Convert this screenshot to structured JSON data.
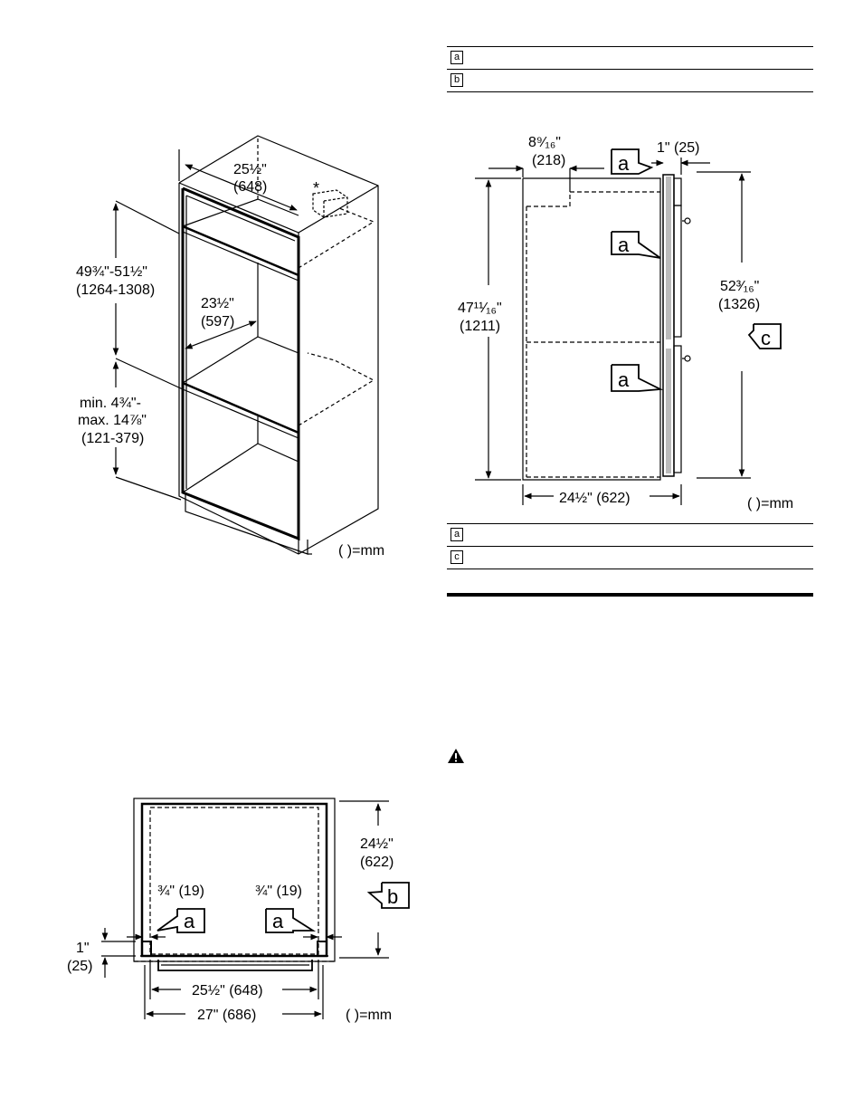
{
  "figure1": {
    "dim_width_in": "25½\"",
    "dim_width_mm": "(648)",
    "star": "*",
    "dim_height_in": "49¾\"-51½\"",
    "dim_height_mm": "(1264-1308)",
    "dim_depth_in": "23½\"",
    "dim_depth_mm": "(597)",
    "dim_floor_line1": "min. 4¾\"-",
    "dim_floor_line2": "max. 14⅞\"",
    "dim_floor_mm": "(121-379)",
    "unit_note": "( )=mm"
  },
  "table_top": {
    "rows": [
      {
        "key": "a",
        "text": ""
      },
      {
        "key": "b",
        "text": ""
      }
    ]
  },
  "figure2": {
    "dim_top_in": "8⁹⁄₁₆\"",
    "dim_top_mm": "(218)",
    "dim_door": "1\" (25)",
    "dim_height_in": "47¹¹⁄₁₆\"",
    "dim_height_mm": "(1211)",
    "dim_total_in": "52³⁄₁₆\"",
    "dim_total_mm": "(1326)",
    "dim_depth": "24½\" (622)",
    "callout_a": "a",
    "callout_c": "c",
    "unit_note": "( )=mm"
  },
  "table_bottom": {
    "rows": [
      {
        "key": "a",
        "text": ""
      },
      {
        "key": "c",
        "text": ""
      }
    ]
  },
  "figure3": {
    "dim_depth_in": "24½\"",
    "dim_depth_mm": "(622)",
    "dim_gap_left": "¾\" (19)",
    "dim_gap_right": "¾\" (19)",
    "dim_inner": "25½\" (648)",
    "dim_outer": "27\" (686)",
    "dim_side_in": "1\"",
    "dim_side_mm": "(25)",
    "callout_a": "a",
    "callout_b": "b",
    "unit_note": "( )=mm"
  },
  "icons": {
    "warning": "warning-triangle-icon"
  }
}
